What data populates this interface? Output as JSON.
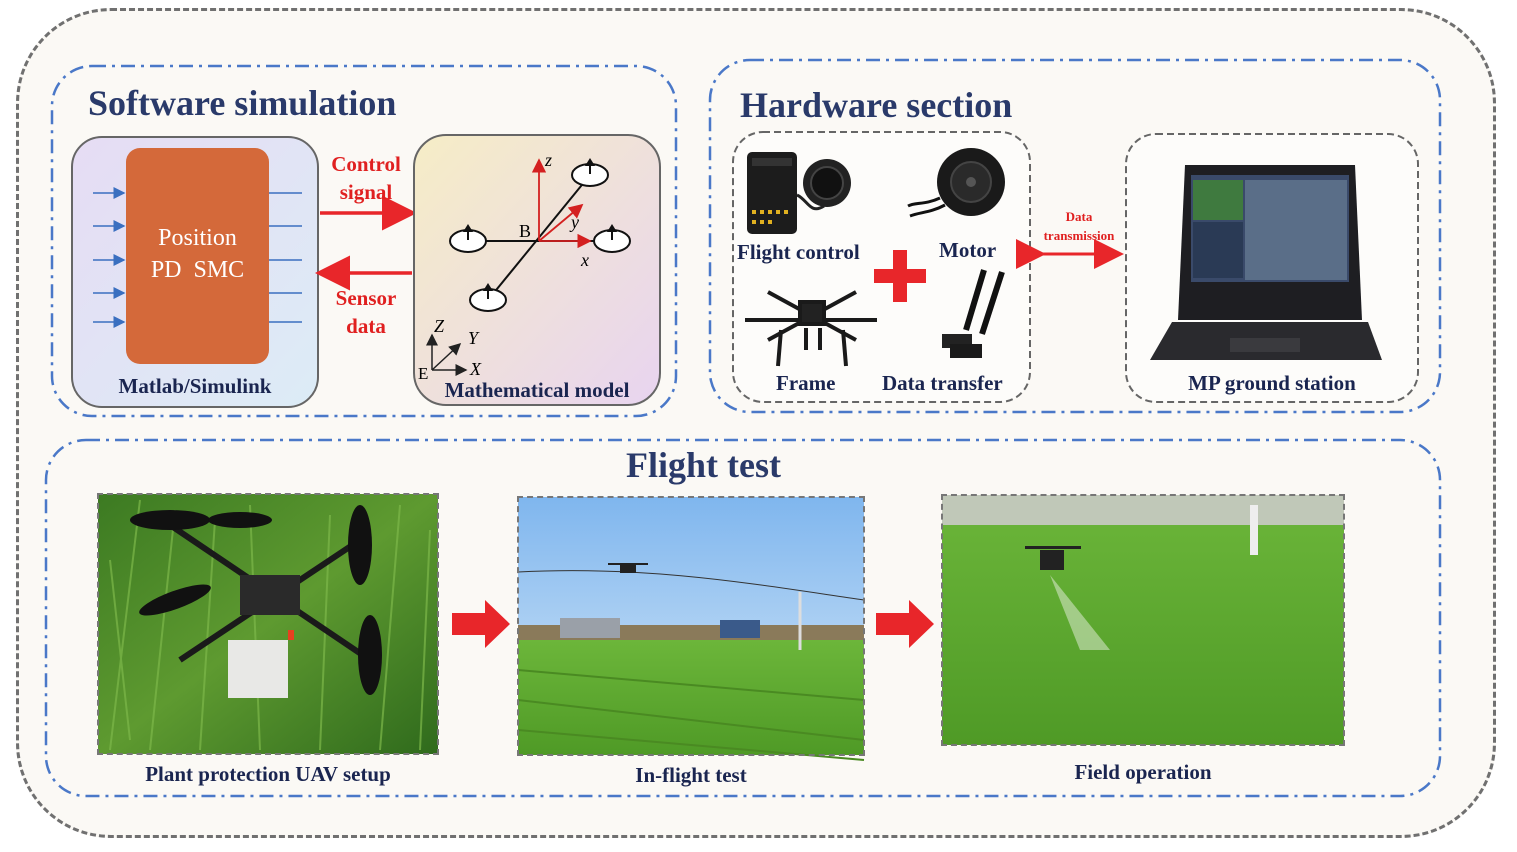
{
  "software": {
    "title": "Software simulation",
    "controller_line1": "Position",
    "controller_line2": "PD  SMC",
    "env_label": "Matlab/Simulink",
    "control_signal": [
      "Control",
      "signal"
    ],
    "sensor_data": [
      "Sensor",
      "data"
    ],
    "model_label": "Mathematical model",
    "axes": {
      "z": "z",
      "y": "y",
      "x": "x",
      "B": "B",
      "Z": "Z",
      "Y": "Y",
      "X": "X",
      "E": "E"
    }
  },
  "hardware": {
    "title": "Hardware section",
    "components": [
      "Flight control",
      "Motor",
      "Frame",
      "Data transfer"
    ],
    "link_label": [
      "Data",
      "transmission"
    ],
    "ground_station": "MP ground station"
  },
  "flight": {
    "title": "Flight test",
    "steps": [
      "Plant protection UAV setup",
      "In-flight test",
      "Field operation"
    ]
  },
  "colors": {
    "section_border": "#4a78c8",
    "title": "#2a3a6a",
    "arrow": "#e8262a",
    "controller_fill": "#d4693a"
  }
}
